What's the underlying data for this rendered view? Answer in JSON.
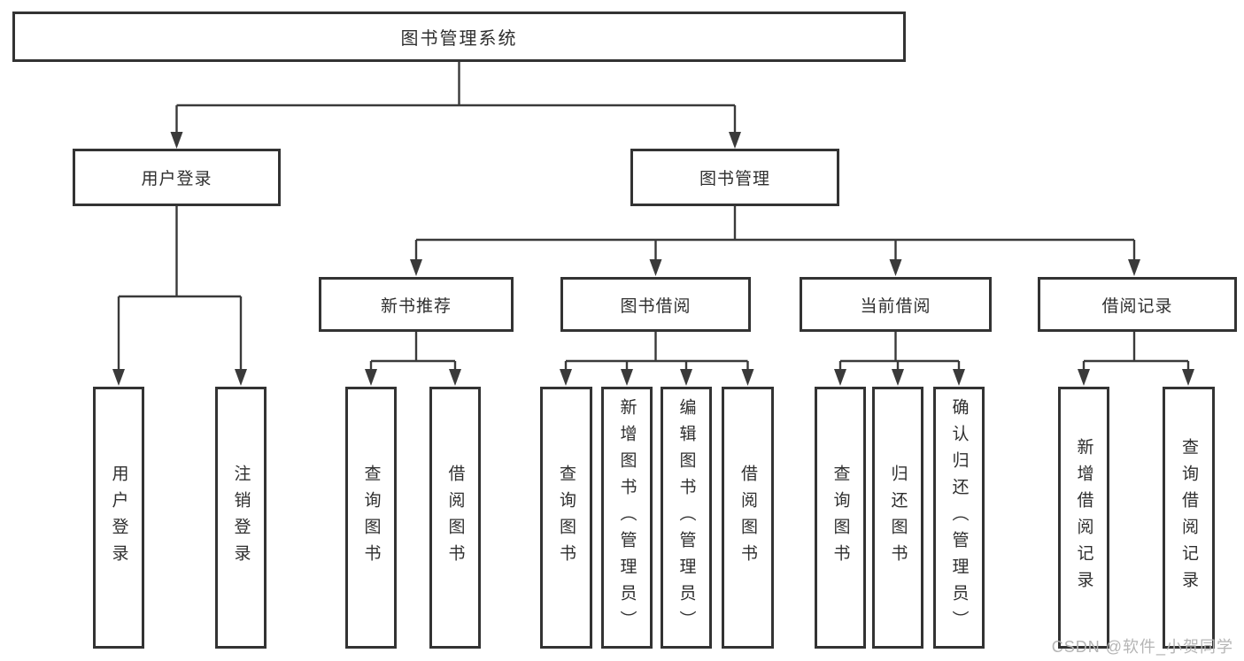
{
  "diagram_title": "图书管理系统",
  "tree": {
    "label": "图书管理系统",
    "children": [
      {
        "label": "用户登录",
        "children": [
          {
            "label": "用户登录"
          },
          {
            "label": "注销登录"
          }
        ]
      },
      {
        "label": "图书管理",
        "children": [
          {
            "label": "新书推荐",
            "children": [
              {
                "label": "查询图书"
              },
              {
                "label": "借阅图书"
              }
            ]
          },
          {
            "label": "图书借阅",
            "children": [
              {
                "label": "查询图书"
              },
              {
                "label": "新增图书（管理员）"
              },
              {
                "label": "编辑图书（管理员）"
              },
              {
                "label": "借阅图书"
              }
            ]
          },
          {
            "label": "当前借阅",
            "children": [
              {
                "label": "查询图书"
              },
              {
                "label": "归还图书"
              },
              {
                "label": "确认归还（管理员）"
              }
            ]
          },
          {
            "label": "借阅记录",
            "children": [
              {
                "label": "新增借阅记录"
              },
              {
                "label": "查询借阅记录"
              }
            ]
          }
        ]
      }
    ]
  },
  "watermark": {
    "text": "CSDN @软件_小贺同学"
  },
  "colors": {
    "background": "#ffffff",
    "line": "#3a3a3a",
    "box_border": "#333333",
    "box_fill": "#ffffff",
    "text": "#2f2f2f",
    "watermark": "#b5b5b5"
  }
}
